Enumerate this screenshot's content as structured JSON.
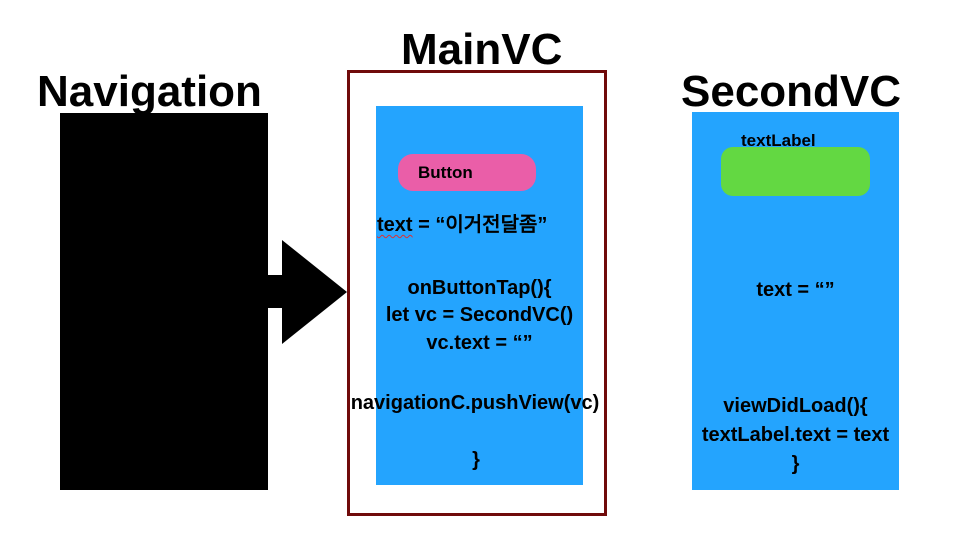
{
  "titles": {
    "navigation": "Navigation",
    "main": "MainVC",
    "second": "SecondVC"
  },
  "main_vc": {
    "button_label": "Button",
    "text_decl_var": "text",
    "text_decl_rest": " = “이거전달좀”",
    "func_open": "onButtonTap(){",
    "line_vc": "let vc = SecondVC()",
    "line_text": "vc.text = “”",
    "line_push": "navigationC.pushView(vc)",
    "func_close": "}"
  },
  "second_vc": {
    "label_caption": "textLabel",
    "text_decl": "text = “”",
    "func_open": "viewDidLoad(){",
    "line_assign": "textLabel.text = text",
    "func_close": "}"
  },
  "colors": {
    "screen": "#24a4fe",
    "button": "#ea5ea8",
    "label": "#63d842",
    "frame": "#700a0a",
    "navigation": "#000000"
  }
}
